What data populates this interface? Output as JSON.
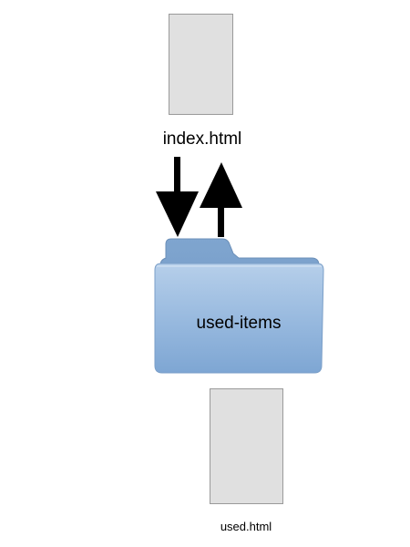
{
  "files": {
    "top": {
      "name": "index.html",
      "icon": "document-icon"
    },
    "bottom": {
      "name": "used.html",
      "icon": "document-icon"
    }
  },
  "folder": {
    "name": "used-items",
    "icon": "folder-icon",
    "color": "#8fb2d8"
  },
  "arrows": [
    {
      "icon": "arrow-down-icon",
      "direction": "down"
    },
    {
      "icon": "arrow-up-icon",
      "direction": "up"
    }
  ]
}
